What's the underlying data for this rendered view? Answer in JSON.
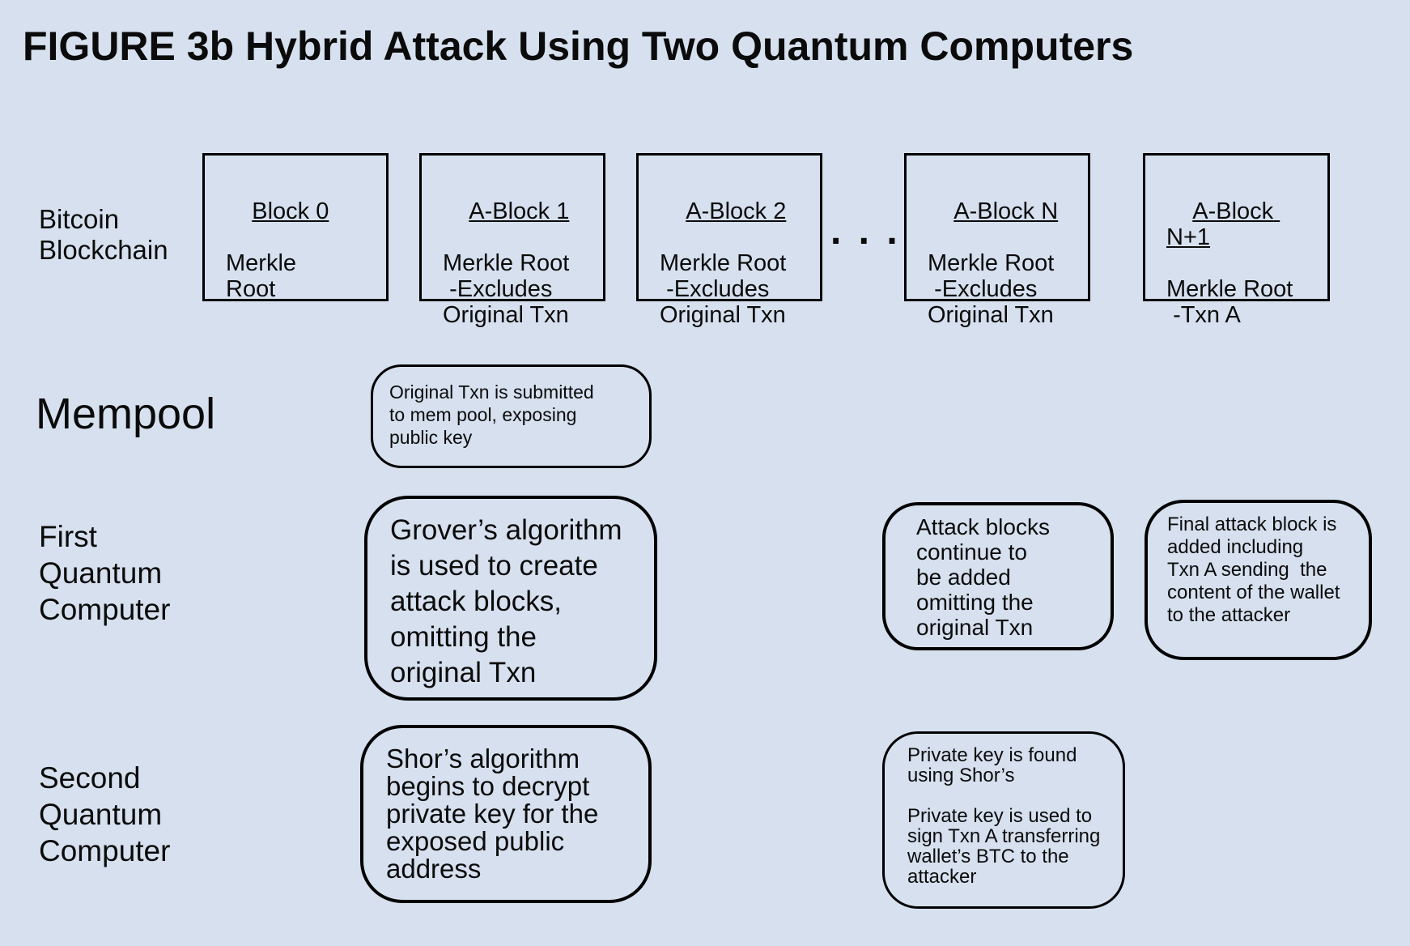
{
  "title": "FIGURE 3b Hybrid Attack Using Two Quantum Computers",
  "row_labels": {
    "blockchain": "Bitcoin\nBlockchain",
    "mempool": "Mempool",
    "first_qc": "First\nQuantum\nComputer",
    "second_qc": "Second\nQuantum\nComputer"
  },
  "blocks": [
    {
      "title": "Block 0",
      "body": "Merkle\nRoot"
    },
    {
      "title": "A-Block 1",
      "body": "Merkle Root\n -Excludes\nOriginal Txn"
    },
    {
      "title": "A-Block 2",
      "body": "Merkle Root\n -Excludes\nOriginal Txn"
    },
    {
      "title": "A-Block N",
      "body": "Merkle Root\n -Excludes\nOriginal Txn"
    },
    {
      "title": "A-Block N+1",
      "body": "Merkle Root\n -Txn A"
    }
  ],
  "ellipsis": ". . .",
  "notes": {
    "mempool": "Original Txn is submitted\nto mem pool, exposing\npublic key",
    "grover": "Grover’s algorithm\nis used to create\nattack blocks,\nomitting the\noriginal Txn",
    "attack_blocks": "Attack blocks\ncontinue to\nbe added\nomitting the\noriginal Txn",
    "final_attack": "Final attack block is\nadded including\nTxn A sending  the\ncontent of the wallet\nto the attacker",
    "shor": "Shor’s algorithm\nbegins to decrypt\nprivate key for the\nexposed public\naddress",
    "private_key": "Private key is found\nusing Shor’s\n\nPrivate key is used to\nsign Txn A transferring\nwallet’s BTC to the\nattacker"
  },
  "colors": {
    "background": "#d6e0ef",
    "stroke": "#000000",
    "text": "#0b0b0b"
  }
}
